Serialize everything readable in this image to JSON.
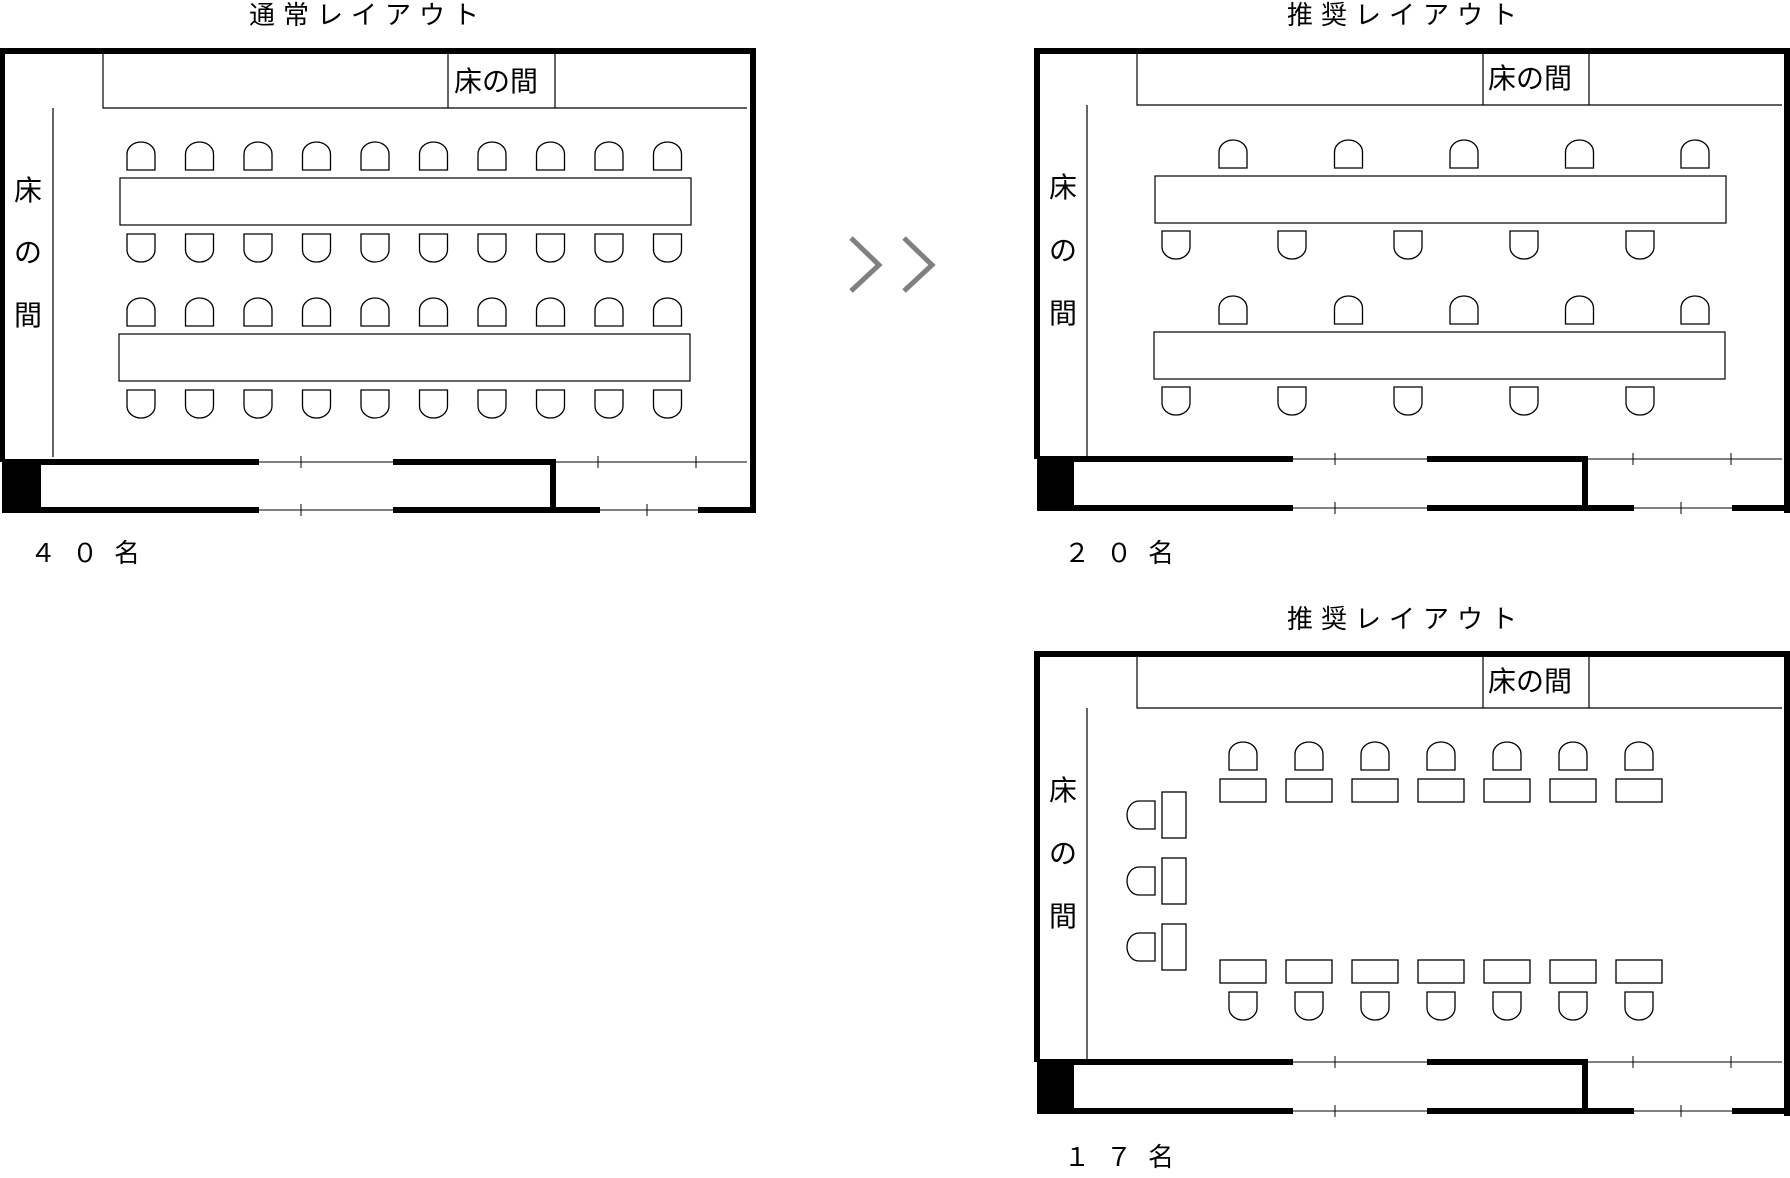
{
  "layouts": [
    {
      "id": "normal",
      "title": "通常レイアウト",
      "count": "４０名",
      "tokonoma_top": "床の間",
      "tokonoma_side": "床の間",
      "arrangement": "two-long-tables",
      "chairs_per_row": 10
    },
    {
      "id": "recommended-1",
      "title": "推奨レイアウト",
      "count": "２０名",
      "tokonoma_top": "床の間",
      "tokonoma_side": "床の間",
      "arrangement": "two-long-tables",
      "chairs_per_row": 5
    },
    {
      "id": "recommended-2",
      "title": "推奨レイアウト",
      "count": "１７名",
      "tokonoma_top": "床の間",
      "tokonoma_side": "床の間",
      "arrangement": "u-shape-individual",
      "desks_per_row": 7,
      "side_desks": 3
    }
  ],
  "arrow": "double-chevron-right-icon",
  "colors": {
    "line": "#000000",
    "arrow": "#808080",
    "pillar": "#000000"
  }
}
